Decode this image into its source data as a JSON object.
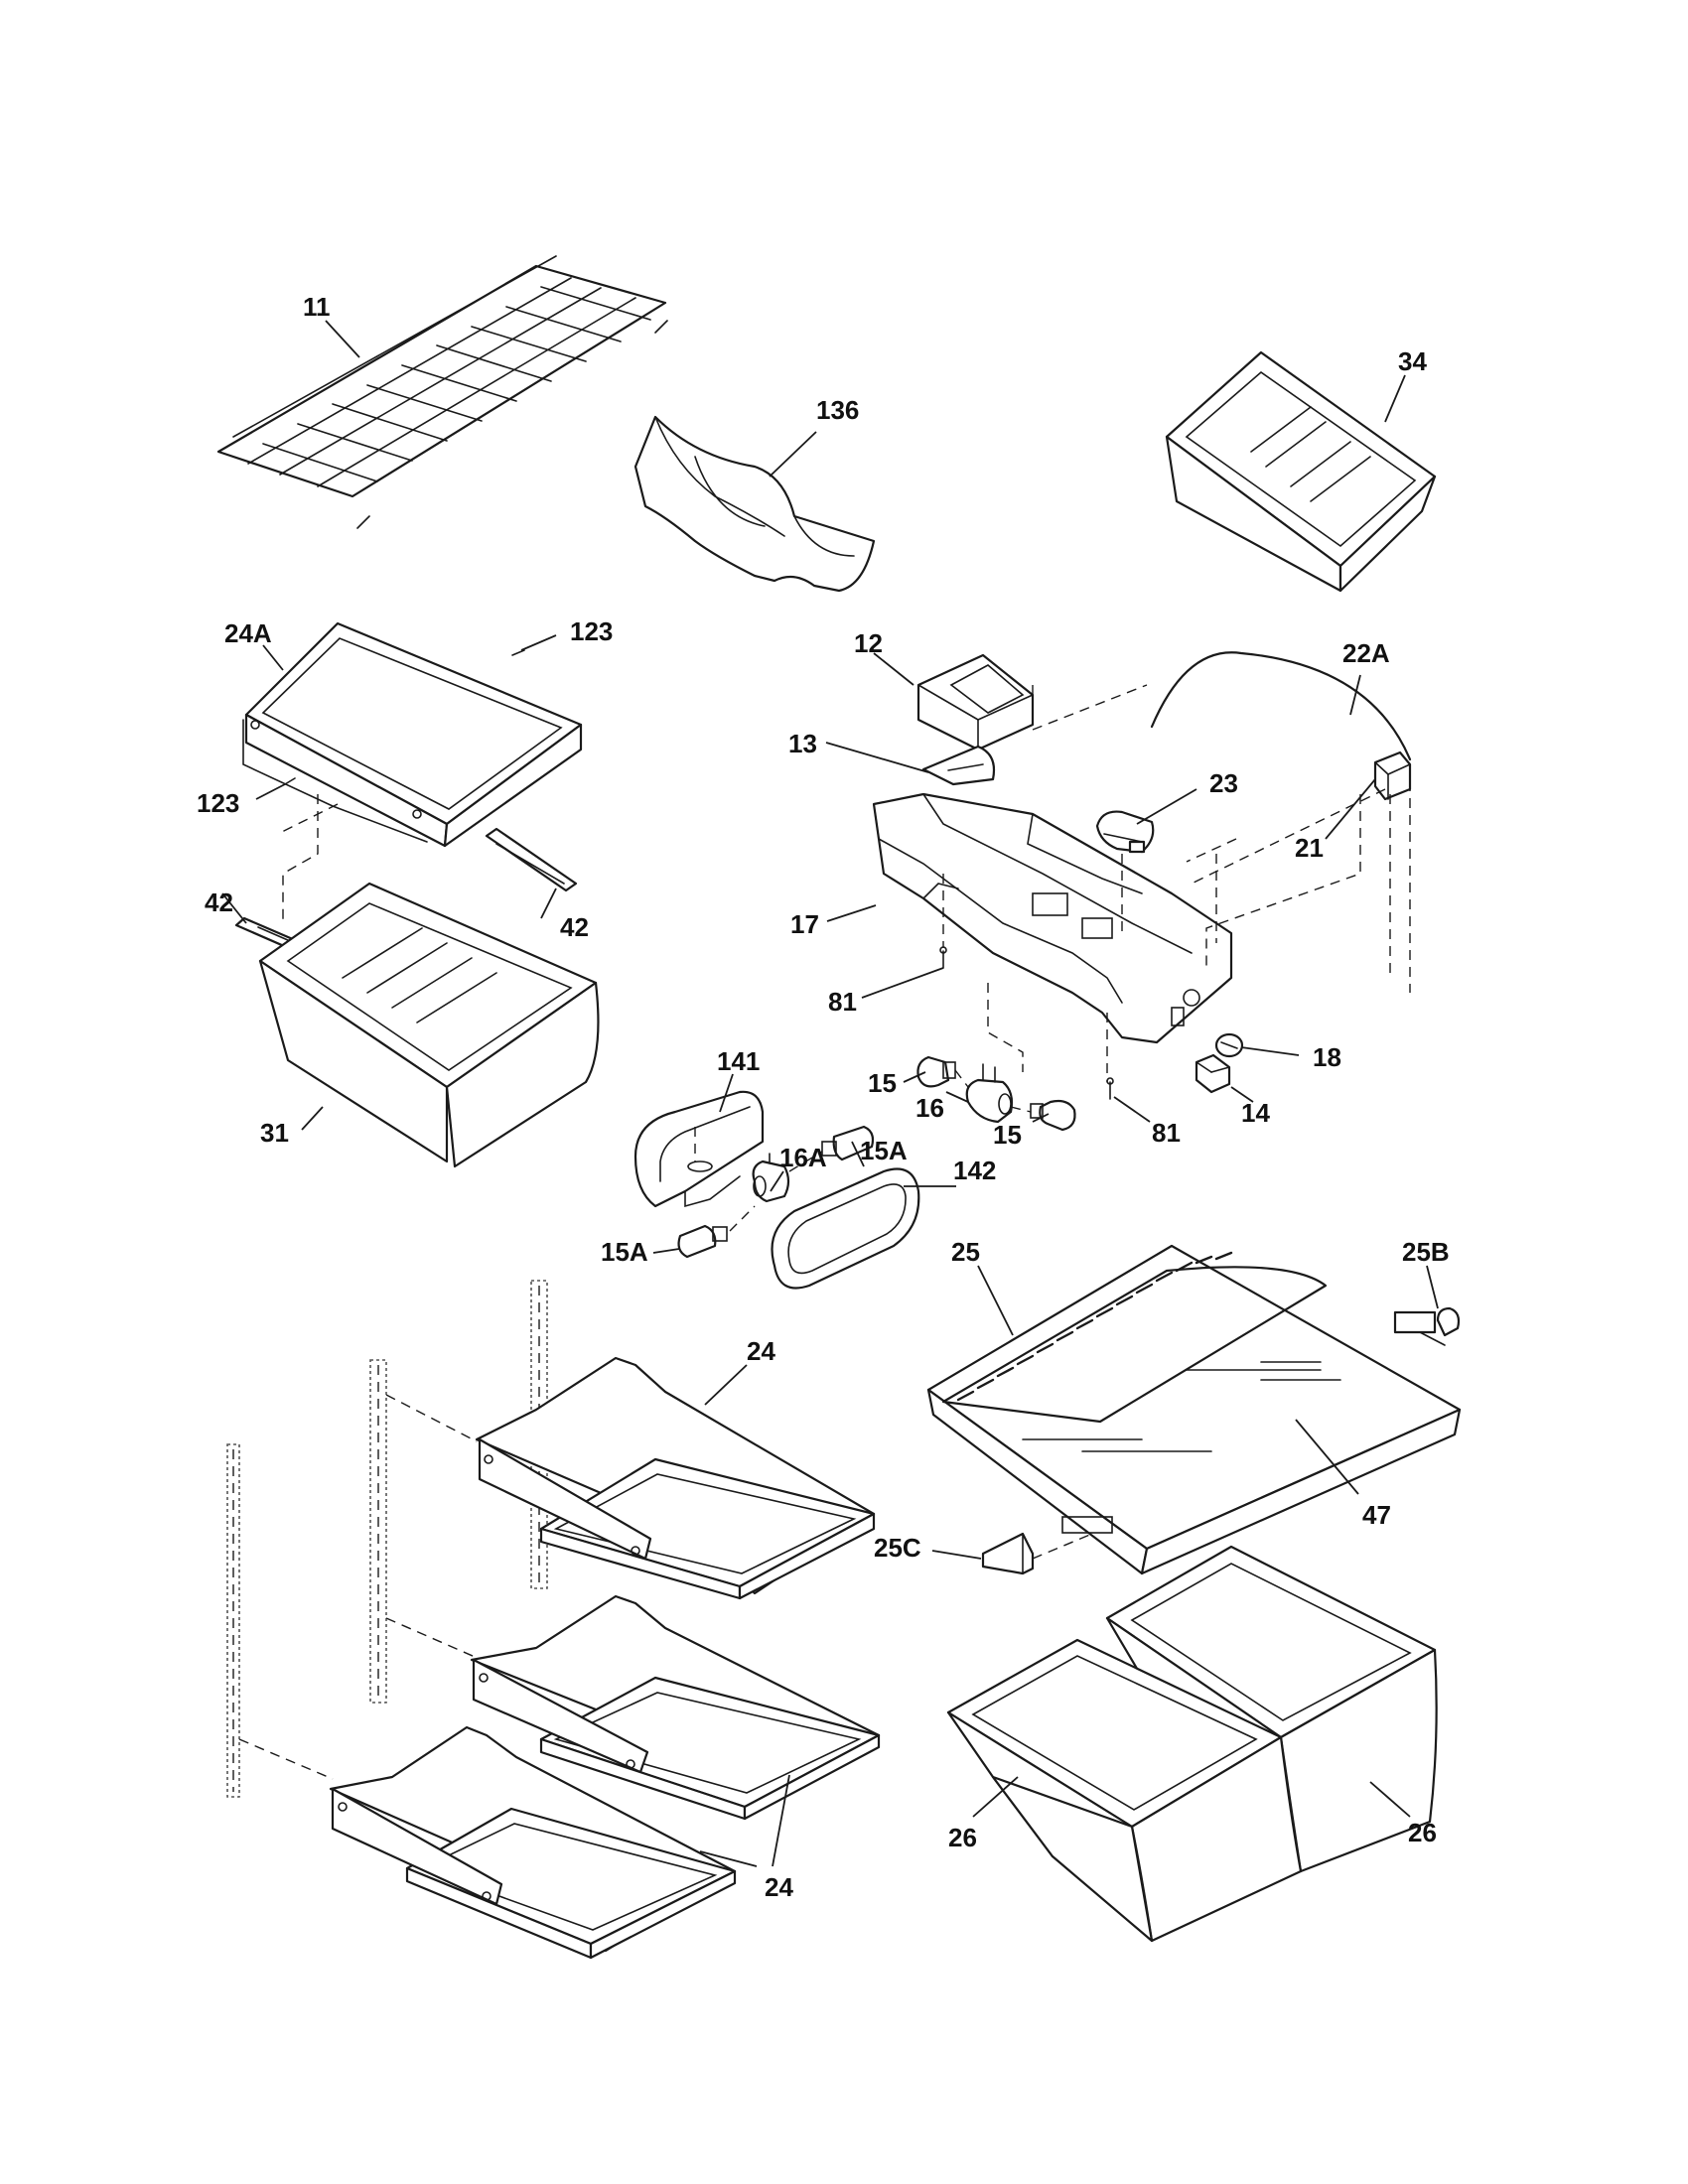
{
  "diagram": {
    "labels": {
      "l11": "11",
      "l136": "136",
      "l34": "34",
      "l24A": "24A",
      "l123a": "123",
      "l123b": "123",
      "l12": "12",
      "l22A": "22A",
      "l13": "13",
      "l23": "23",
      "l21": "21",
      "l42a": "42",
      "l42b": "42",
      "l17": "17",
      "l81a": "81",
      "l18": "18",
      "l141": "141",
      "l31": "31",
      "l15a": "15",
      "l16": "16",
      "l15b": "15",
      "l81b": "81",
      "l14": "14",
      "l16A": "16A",
      "l15Aa": "15A",
      "l142": "142",
      "l15Ab": "15A",
      "l25B": "25B",
      "l25": "25",
      "l24a": "24",
      "l47": "47",
      "l25C": "25C",
      "l24b": "24",
      "l26a": "26",
      "l26b": "26"
    }
  }
}
